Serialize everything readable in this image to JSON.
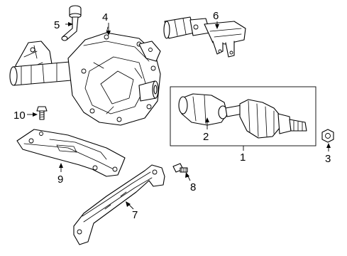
{
  "callouts": {
    "c1": "1",
    "c2": "2",
    "c3": "3",
    "c4": "4",
    "c5": "5",
    "c6": "6",
    "c7": "7",
    "c8": "8",
    "c9": "9",
    "c10": "10"
  },
  "parts": [
    {
      "callout": "1",
      "name": "axle-shaft-assembly-kit"
    },
    {
      "callout": "2",
      "name": "cv-axle-shaft"
    },
    {
      "callout": "3",
      "name": "axle-nut"
    },
    {
      "callout": "4",
      "name": "differential-housing"
    },
    {
      "callout": "5",
      "name": "vent-tube"
    },
    {
      "callout": "6",
      "name": "actuator"
    },
    {
      "callout": "7",
      "name": "support-bracket"
    },
    {
      "callout": "8",
      "name": "bolt"
    },
    {
      "callout": "9",
      "name": "skid-plate"
    },
    {
      "callout": "10",
      "name": "bolt"
    }
  ]
}
